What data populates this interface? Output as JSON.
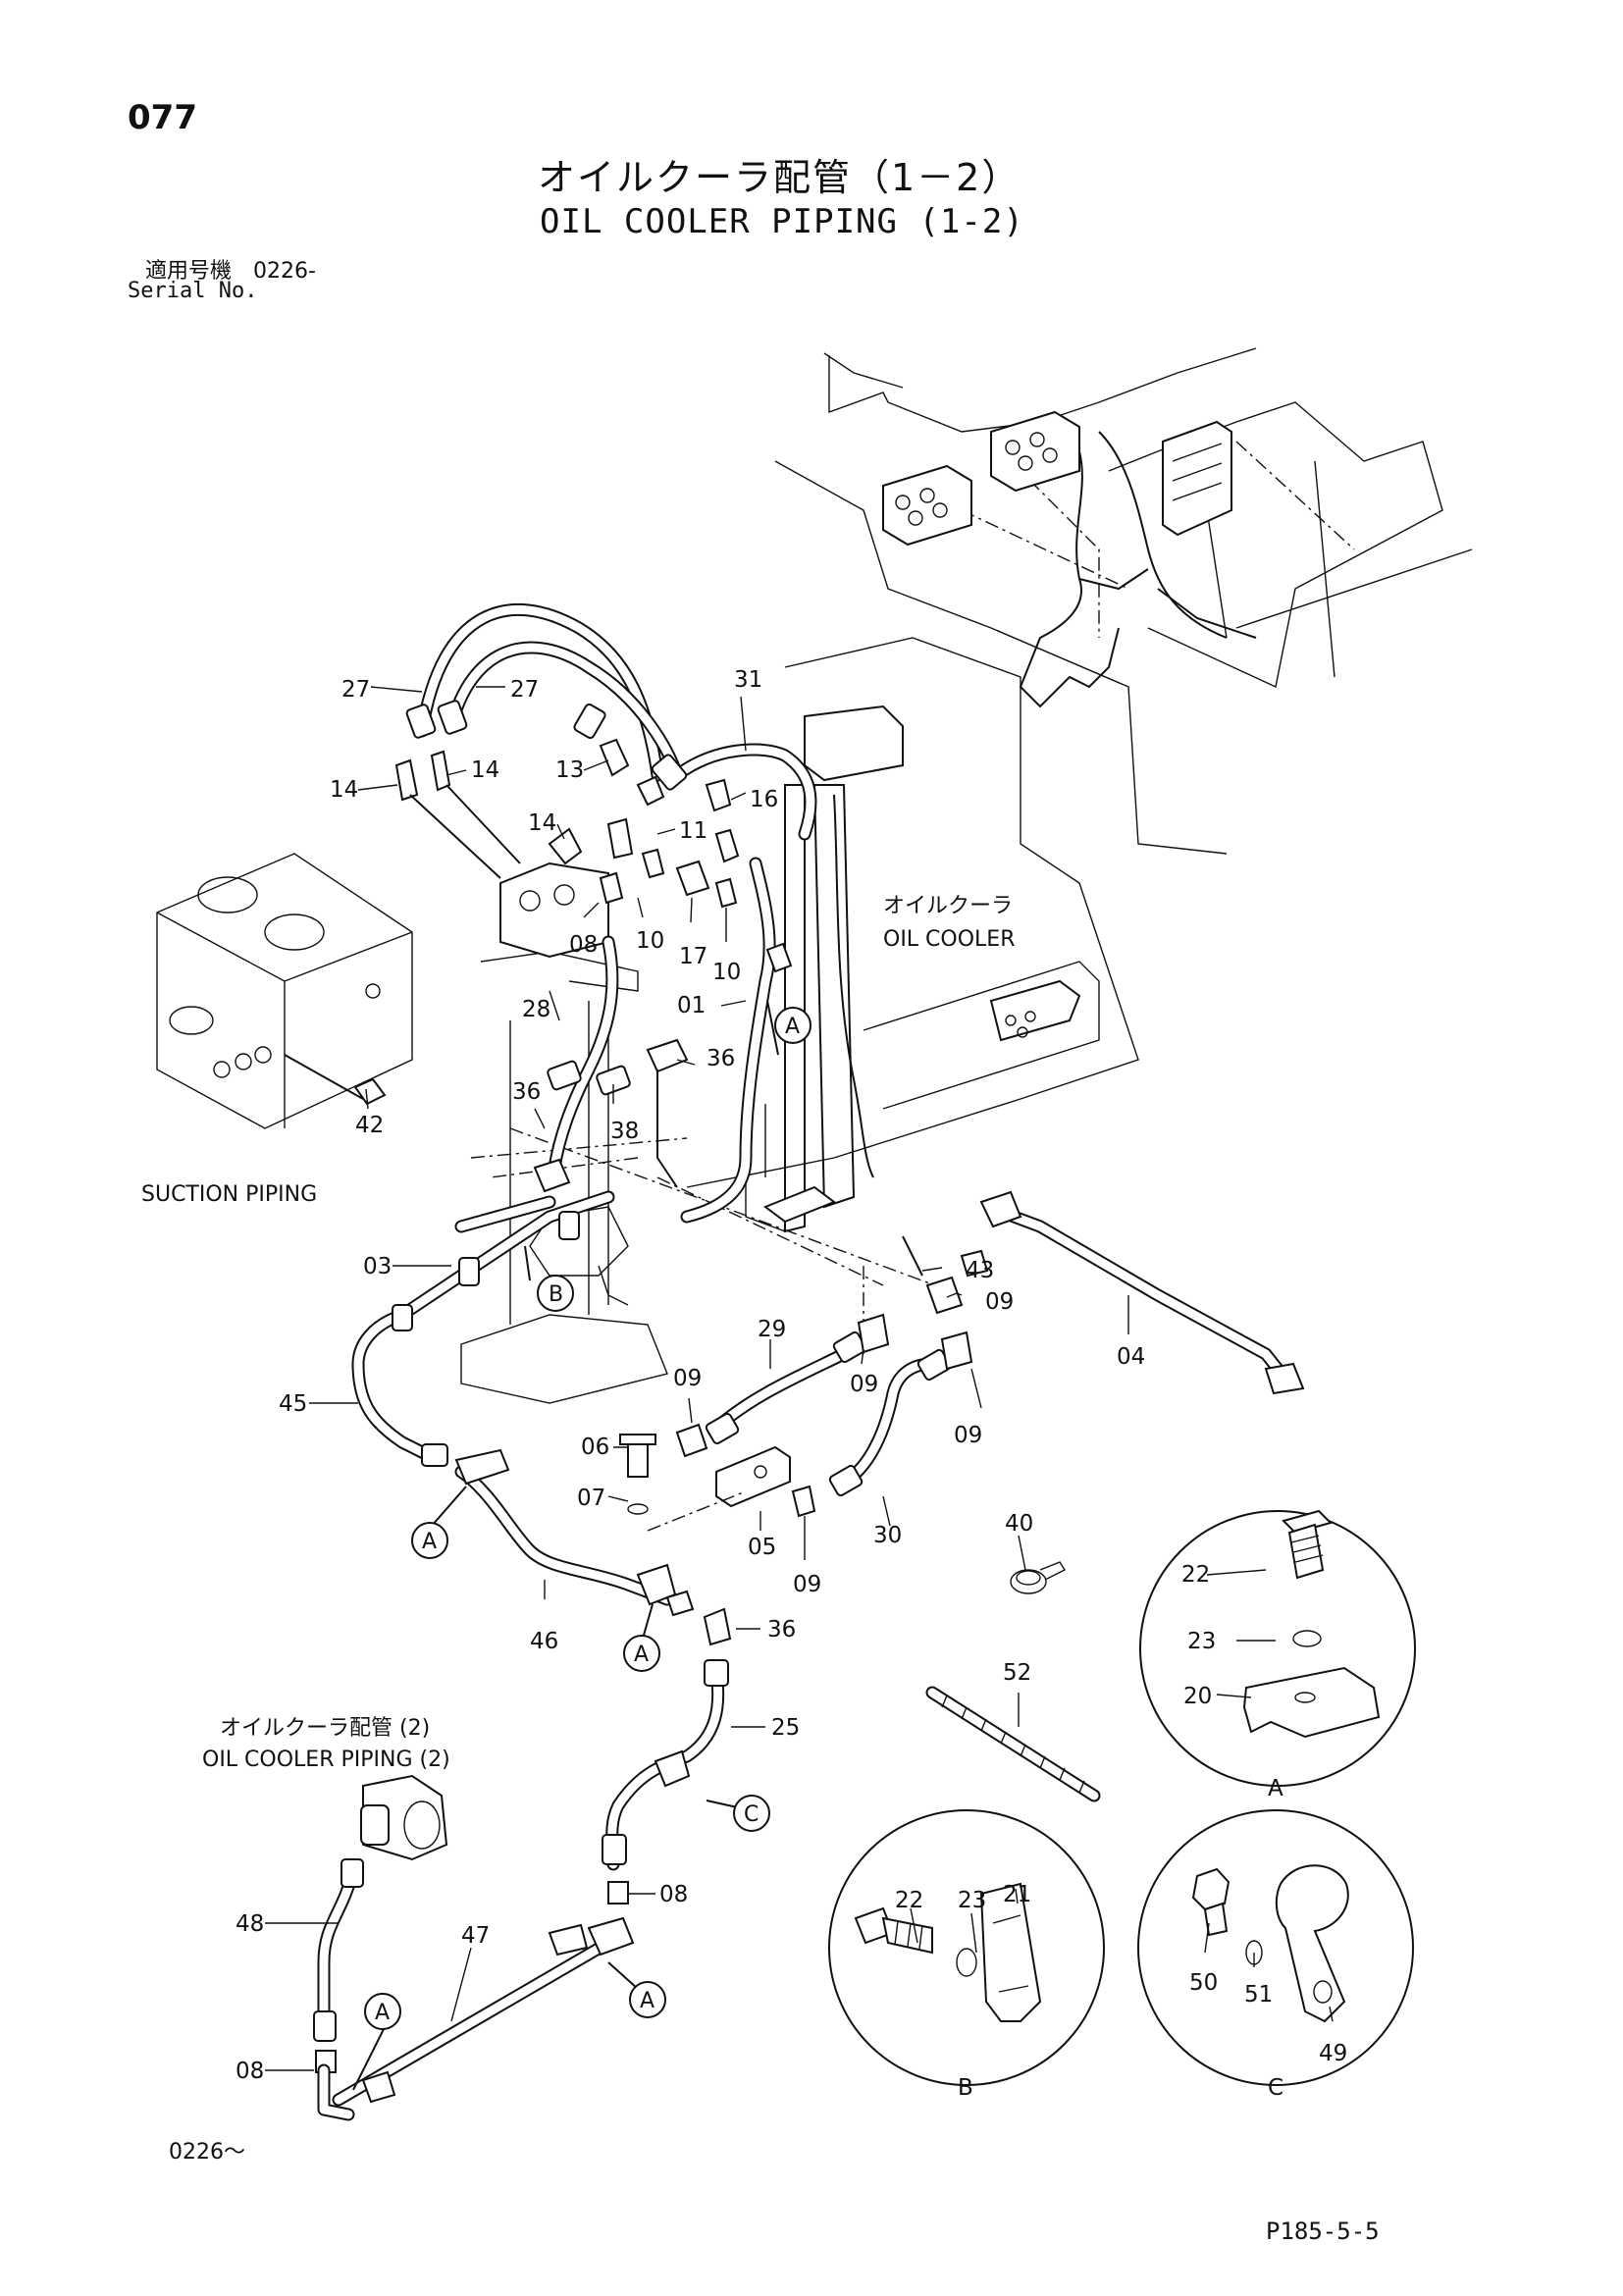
{
  "header": {
    "page_number": "077",
    "title_jp": "オイルクーラ配管（1－2）",
    "title_en": "OIL COOLER PIPING (1-2)",
    "serial_jp": "適用号機　0226-",
    "serial_en": "Serial No."
  },
  "captions": {
    "oil_cooler_jp": "オイルクーラ",
    "oil_cooler_en": "OIL COOLER",
    "suction_piping": "SUCTION PIPING",
    "oil_cooler_piping2_jp": "オイルクーラ配管 (2)",
    "oil_cooler_piping2_en": "OIL COOLER PIPING (2)"
  },
  "callouts": {
    "l27a": "27",
    "l27b": "27",
    "l31": "31",
    "l14a": "14",
    "l14b": "14",
    "l13": "13",
    "l14c": "14",
    "l11": "11",
    "l16": "16",
    "l08a": "08",
    "l10a": "10",
    "l17": "17",
    "l10b": "10",
    "l28": "28",
    "l01": "01",
    "l36a": "36",
    "l42": "42",
    "l36b": "36",
    "l38": "38",
    "l03": "03",
    "l43": "43",
    "l09a": "09",
    "l04": "04",
    "l29": "29",
    "l09b": "09",
    "l09c": "09",
    "l09d": "09",
    "l45": "45",
    "l06": "06",
    "l07": "07",
    "l05": "05",
    "l09e": "09",
    "l30": "30",
    "l40": "40",
    "l22a": "22",
    "l46": "46",
    "l36c": "36",
    "l23a": "23",
    "l20": "20",
    "l52": "52",
    "l25": "25",
    "l22b": "22",
    "l23b": "23",
    "l21": "21",
    "l08b": "08",
    "l48": "48",
    "l47": "47",
    "l50": "50",
    "l51": "51",
    "l49": "49",
    "l08c": "08"
  },
  "detail_refs": {
    "a1": "A",
    "a2": "A",
    "a3": "A",
    "a4": "A",
    "a5": "A",
    "b1": "B",
    "c1": "C"
  },
  "detail_views": {
    "a": "A",
    "b": "B",
    "c": "C"
  },
  "footer": {
    "serial_range": "0226～",
    "drawing_code": "P185-5-5"
  }
}
